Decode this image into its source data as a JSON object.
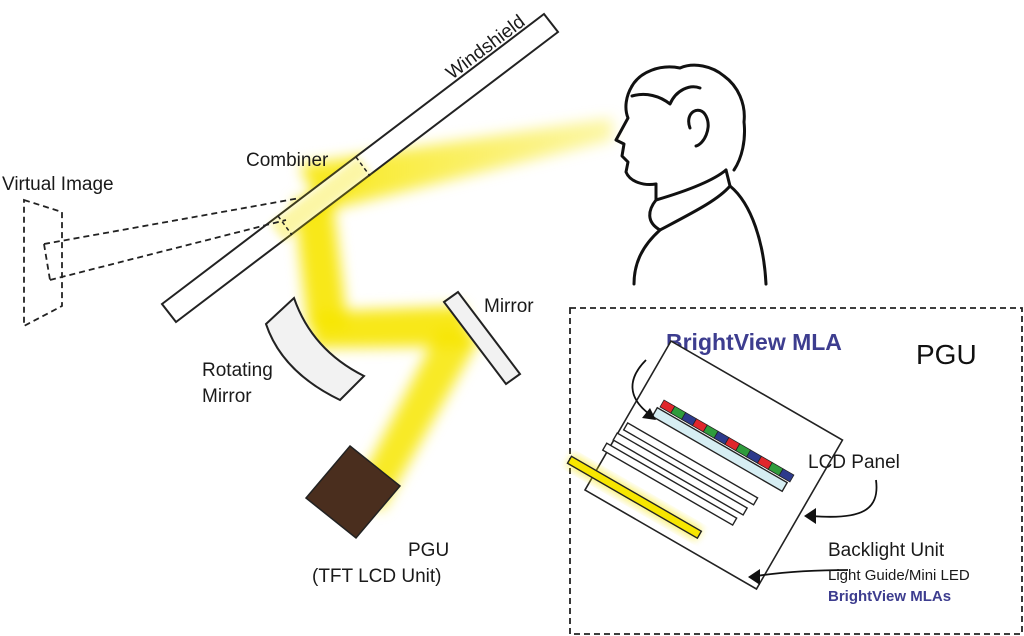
{
  "labels": {
    "windshield": "Windshield",
    "combiner": "Combiner",
    "virtual_image": "Virtual Image",
    "rotating_mirror_line1": "Rotating",
    "rotating_mirror_line2": "Mirror",
    "mirror": "Mirror",
    "pgu_line1": "PGU",
    "pgu_line2": "(TFT LCD Unit)"
  },
  "inset": {
    "title": "PGU",
    "brightview_mla": "BrightView MLA",
    "lcd_panel": "LCD Panel",
    "backlight_unit": "Backlight Unit",
    "light_guide": "Light Guide/Mini LED",
    "brightview_mlas": "BrightView MLAs"
  },
  "colors": {
    "beam": "#f7e600",
    "pgu_box": "#4a2e1e",
    "brand_text": "#3d3d8f",
    "lcd_panel": "#d6eef3",
    "pixel_red": "#e0262b",
    "pixel_green": "#2f9c3c",
    "pixel_blue": "#2d3a8c",
    "mirror_fill": "#f2f2f2"
  }
}
